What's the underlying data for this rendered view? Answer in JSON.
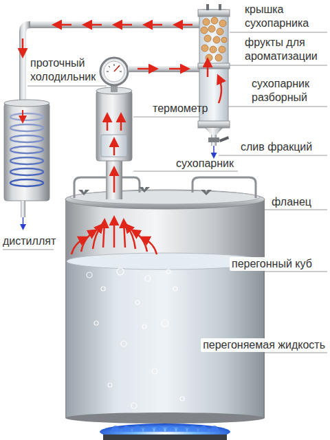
{
  "diagram": {
    "labels": [
      "крышка сухопарника",
      "фрукты для ароматизации",
      "проточный холодильник",
      "сухопарник разборный",
      "термометр",
      "слив фракций",
      "сухопарник",
      "фланец",
      "дистиллят",
      "перегонный куб",
      "перегоняемая жидкость"
    ]
  }
}
